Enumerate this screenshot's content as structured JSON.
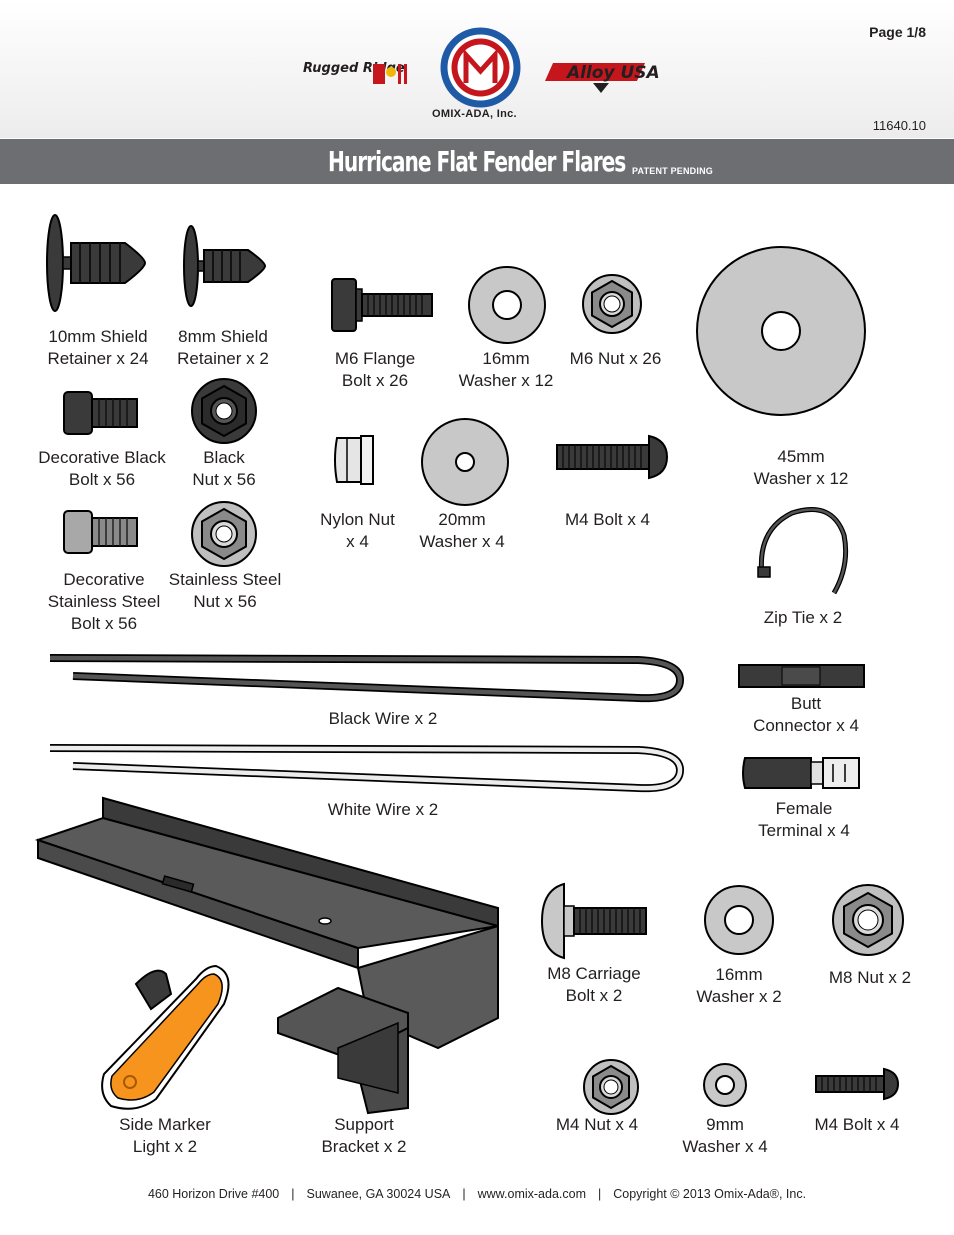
{
  "header": {
    "page": "Page 1/8",
    "part_number": "11640.10",
    "logos": {
      "left": "Rugged Ridge",
      "center_caption": "OMIX-ADA, Inc.",
      "right": "Alloy USA"
    },
    "title": "Hurricane Flat Fender Flares",
    "title_note": "PATENT PENDING"
  },
  "parts": {
    "shield10": "10mm Shield\nRetainer x 24",
    "shield8": "8mm Shield\nRetainer x 2",
    "m6_flange": "M6 Flange\nBolt x 26",
    "washer16": "16mm\nWasher  x 12",
    "m6_nut": "M6  Nut x 26",
    "washer45": "45mm\nWasher x 12",
    "deco_black_bolt": "Decorative Black\nBolt x 56",
    "black_nut": "Black\nNut x 56",
    "nylon_nut": "Nylon Nut\nx 4",
    "washer20": "20mm\nWasher x 4",
    "m4_bolt_top": "M4 Bolt x 4",
    "deco_ss_bolt": "Decorative\nStainless Steel\nBolt x 56",
    "ss_nut": "Stainless Steel\nNut x 56",
    "zip_tie": "Zip Tie x 2",
    "black_wire": "Black Wire x 2",
    "butt_connector": "Butt\nConnector x 4",
    "white_wire": "White Wire x 2",
    "female_terminal": "Female\nTerminal x 4",
    "m8_carriage": "M8 Carriage\nBolt x 2",
    "washer16b": "16mm\nWasher x 2",
    "m8_nut": "M8 Nut x 2",
    "side_marker": "Side Marker\nLight x 2",
    "support_bracket": "Support\nBracket x 2",
    "m4_nut": "M4 Nut x 4",
    "washer9": "9mm\nWasher x 4",
    "m4_bolt_bottom": "M4 Bolt x 4"
  },
  "footer": {
    "address": "460 Horizon Drive #400",
    "city": "Suwanee, GA 30024 USA",
    "website": "www.omix-ada.com",
    "copyright": "Copyright © 2013 Omix-Ada®, Inc.",
    "separator": "|"
  },
  "colors": {
    "title_bar": "#6d6e71",
    "part_dark": "#3a3a3a",
    "washer_gray": "#c8c8c8",
    "marker_amber": "#f7941d",
    "logo_red": "#c4161c",
    "logo_blue": "#1f5aa6"
  },
  "icons": [
    "rugged-ridge-logo",
    "omix-ada-gear-logo",
    "alloy-usa-logo"
  ]
}
